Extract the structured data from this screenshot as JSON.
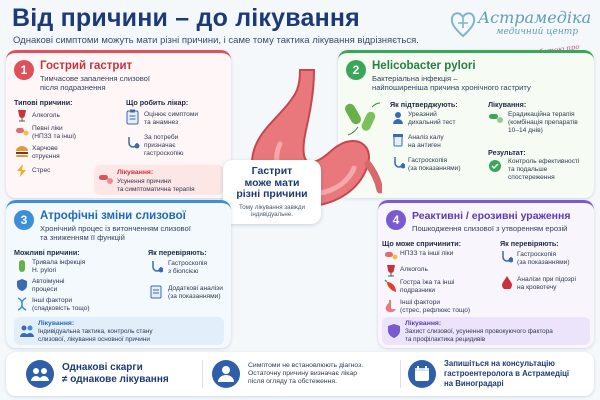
{
  "header": {
    "title": "Від причини – до лікування",
    "subtitle": "Однакові симптоми можуть мати різні причини, і саме тому тактика лікування відрізняється."
  },
  "logo": {
    "name": "Астрамедіка",
    "sub": "медичний центр",
    "tagline": "З турботою про ваше здоров'я"
  },
  "colors": {
    "red": "#e0505a",
    "green": "#3aa65a",
    "blue": "#3a8fd8",
    "purple": "#7a5ad0",
    "navy": "#1d3a78"
  },
  "card1": {
    "num": "1",
    "title": "Гострий гастрит",
    "desc": [
      "Тимчасове запалення слизової",
      "після подразнення"
    ],
    "col1_title": "Типові причини:",
    "causes": [
      "Алкоголь",
      "Певні ліки",
      "(НПЗЗ та інші)",
      "Харчове",
      "отруєння",
      "Стрес"
    ],
    "col2_title": "Що робить лікар:",
    "actions": [
      "Оцінює симптоми",
      "та анамнез",
      "За потреби",
      "призначає",
      "гастроскопію"
    ],
    "treat_h": "Лікування:",
    "treat": [
      "Усунення причини",
      "та симптоматична терапія"
    ]
  },
  "card2": {
    "num": "2",
    "title": "Helicobacter pylori",
    "desc": [
      "Бактеріальна інфекція –",
      "найпоширеніша причина хронічного гастриту"
    ],
    "col1_title": "Як підтверджують:",
    "tests": [
      "Уреазний",
      "дихальний тест",
      "Аналіз калу",
      "на антиген",
      "Гастроскопія",
      "(за показаннями)"
    ],
    "treat_h": "Лікування:",
    "treat": [
      "Ерадикаційна терапія",
      "(комбінація препаратів",
      "10–14 днів)"
    ],
    "result_h": "Результат:",
    "result": [
      "Контроль ефективності",
      "та подальше",
      "спостереження"
    ]
  },
  "card3": {
    "num": "3",
    "title": "Атрофічні зміни слизової",
    "desc": [
      "Хронічний процес із витонченням слизової",
      "та зниженням її функцій"
    ],
    "col1_title": "Можливі причини:",
    "causes": [
      "Тривала інфекція",
      "H. pylori",
      "Автоімунні",
      "процеси",
      "Інші фактори",
      "(спадковість тощо)"
    ],
    "col2_title": "Як перевіряють:",
    "tests": [
      "Гастроскопія",
      "з біопсією",
      "Додаткові аналізи",
      "(за показаннями)"
    ],
    "treat_h": "Лікування:",
    "treat": [
      "Індивідуальна тактика, контроль стану",
      "слизової, лікування основної причини"
    ]
  },
  "card4": {
    "num": "4",
    "title": "Реактивні / ерозивні ураження",
    "desc": [
      "Пошкодження слизової з утворенням ерозій"
    ],
    "col1_title": "Що може спричинити:",
    "causes": [
      "НПЗЗ та інші ліки",
      "Алкоголь",
      "Гостра їжа та інші",
      "подразники",
      "Інші фактори",
      "(стрес, рефлюкс тощо)"
    ],
    "col2_title": "Як перевіряють:",
    "tests": [
      "Гастроскопія",
      "(за показаннями)",
      "Аналізи при підозрі",
      "на кровотечу"
    ],
    "treat_h": "Лікування:",
    "treat": [
      "Захист слизової, усунення провокуючого фактора",
      "та профілактика рецидивів"
    ]
  },
  "center": {
    "title": [
      "Гастрит",
      "може мати",
      "різні причини"
    ],
    "sub": [
      "Тому лікування завжди",
      "індивідуальне."
    ]
  },
  "footer": {
    "left": [
      "Однакові скарги",
      "≠ однакове лікування"
    ],
    "mid": [
      "Симптоми не встановлюють діагноз.",
      "Остаточну причину визначає лікар",
      "після огляду та обстеження."
    ],
    "right": [
      "Запишіться на консультацію",
      "гастроентеролога в Астрамедіці",
      "на Виноградарі"
    ]
  }
}
